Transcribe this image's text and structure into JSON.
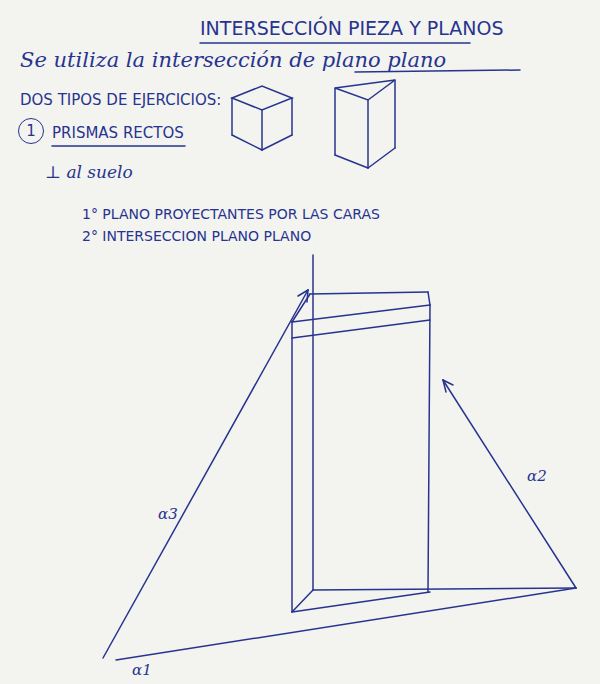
{
  "diagram": {
    "title": "INTERSECCIÓN PIEZA Y PLANOS",
    "nodes": [
      {
        "text": [
          "1"
        ]
      }
    ],
    "labels": [
      "Se utiliza la intersección de plano plano",
      "DOS TIPOS DE EJERCICIOS:",
      "PRISMAS RECTOS",
      "⊥ al suelo",
      "1° PLANO PROYECTANTES POR LAS CARAS",
      "2° INTERSECCION PLANO PLANO",
      "α3",
      "α2",
      "α1"
    ]
  }
}
